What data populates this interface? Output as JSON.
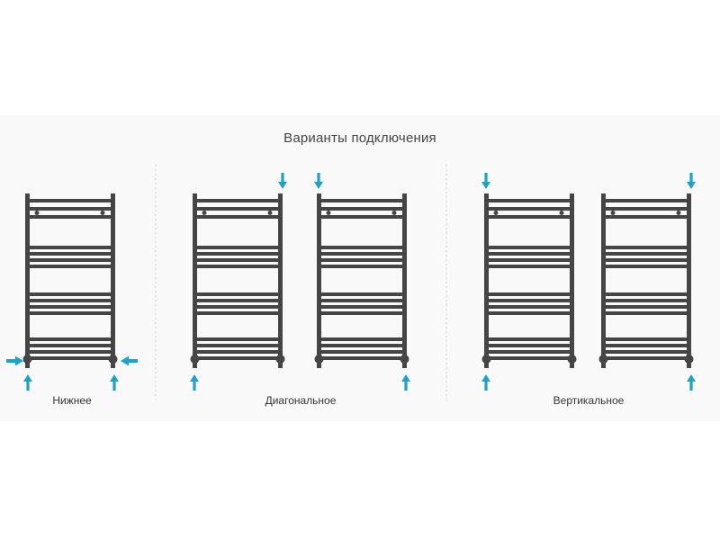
{
  "title": "Варианты подключения",
  "variants": [
    {
      "label": "Нижнее"
    },
    {
      "label": "Диагональное"
    },
    {
      "label": "Вертикальное"
    }
  ],
  "colors": {
    "background_band": "#f9f9f9",
    "radiator": "#454545",
    "arrow": "#1fa2c4",
    "divider": "#cfcfcf",
    "text": "#333333"
  },
  "icons": [
    "radiator-icon",
    "arrow-icon"
  ]
}
